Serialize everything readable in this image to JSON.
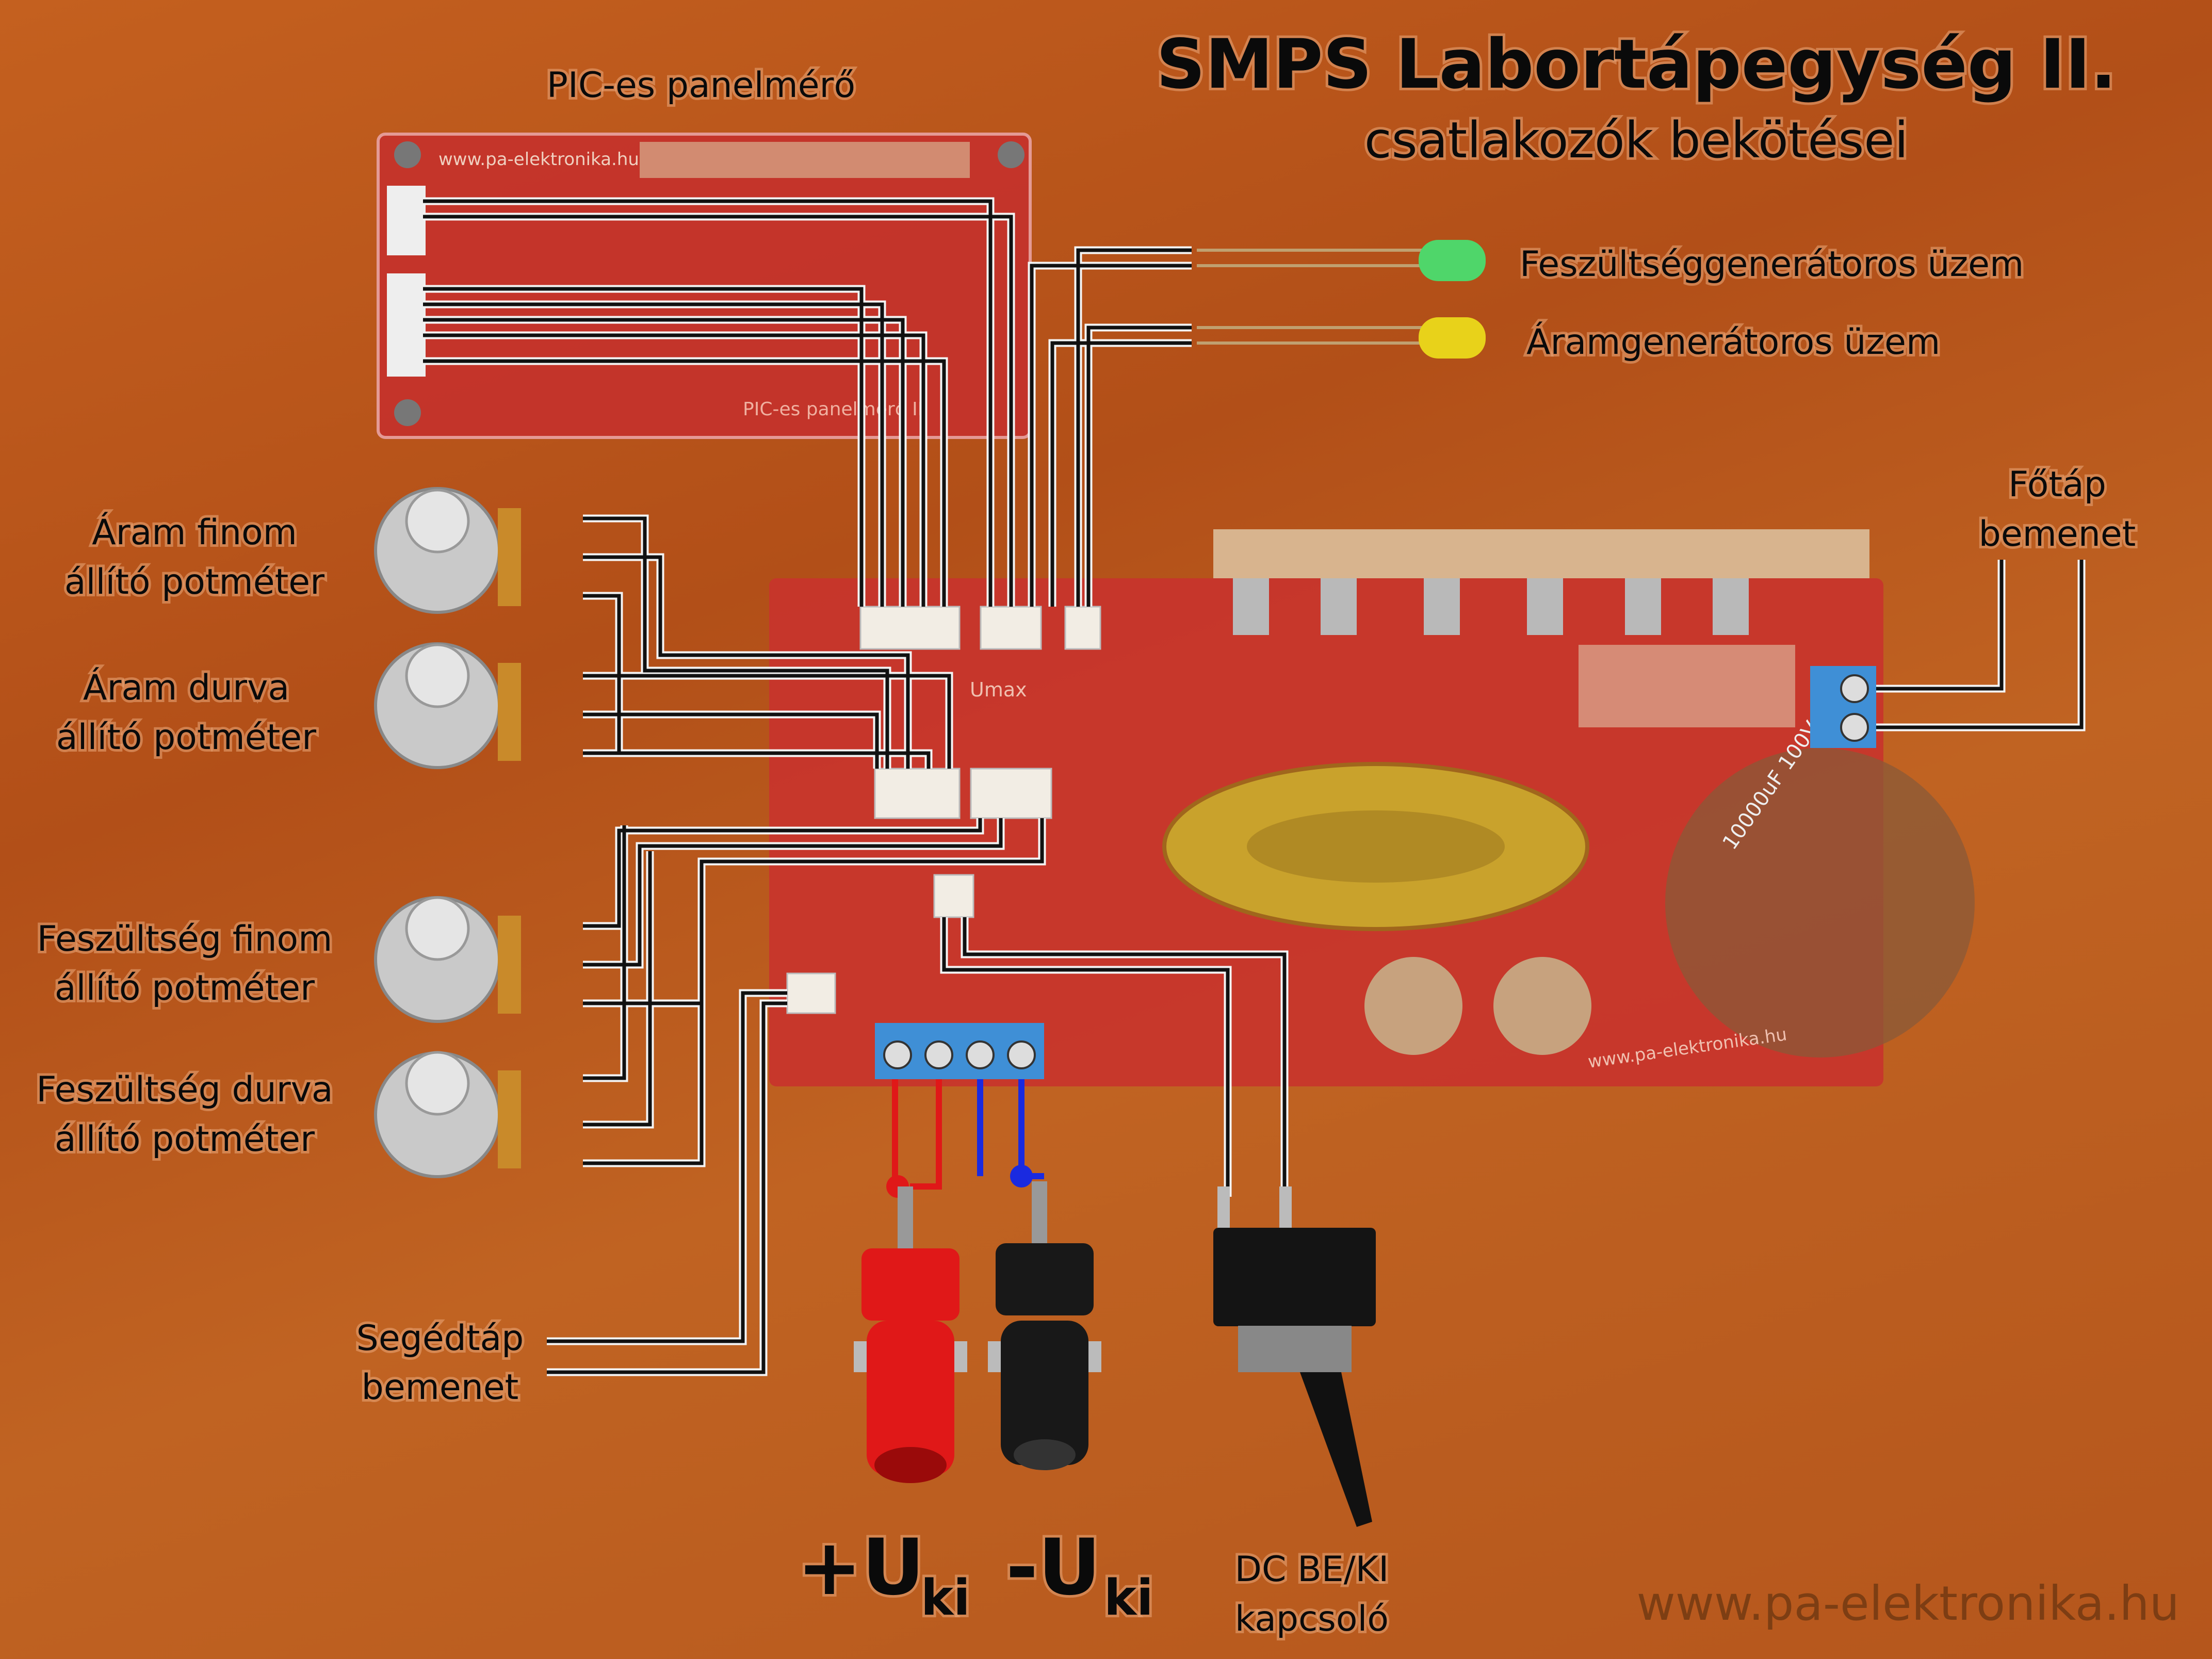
{
  "title": "SMPS Labortápegység II.",
  "subtitle": "csatlakozók bekötései",
  "labels": {
    "pic_panel": "PIC-es panelmérő",
    "led_voltage_mode": "Feszültséggenerátoros üzem",
    "led_current_mode": "Áramgenerátoros üzem",
    "main_power_line1": "Főtáp",
    "main_power_line2": "bemenet",
    "current_fine_line1": "Áram finom",
    "current_fine_line2": "állító potméter",
    "current_coarse_line1": "Áram durva",
    "current_coarse_line2": "állító potméter",
    "voltage_fine_line1": "Feszültség finom",
    "voltage_fine_line2": "állító potméter",
    "voltage_coarse_line1": "Feszültség durva",
    "voltage_coarse_line2": "állító potméter",
    "aux_power_line1": "Segédtáp",
    "aux_power_line2": "bemenet",
    "out_plus": "+U",
    "out_minus": "-U",
    "out_sub": "ki",
    "switch_line1": "DC BE/KI",
    "switch_line2": "kapcsoló"
  },
  "watermark": "www.pa-elektronika.hu",
  "pcb_texts": {
    "pic_board_url": "www.pa-elektronika.hu",
    "pic_board_name": "PIC-es panelmérő II.",
    "main_board_url": "www.pa-elektronika.hu",
    "umax": "Umax",
    "cap_marking": "10000uF 100V"
  },
  "colors": {
    "wood": "#b5531c",
    "pcb": "#c8342c",
    "terminal": "#3f8fd6",
    "led_green": "#4fd66a",
    "led_yellow": "#e8d21a",
    "jack_red": "#e01818",
    "jack_black": "#181818"
  }
}
